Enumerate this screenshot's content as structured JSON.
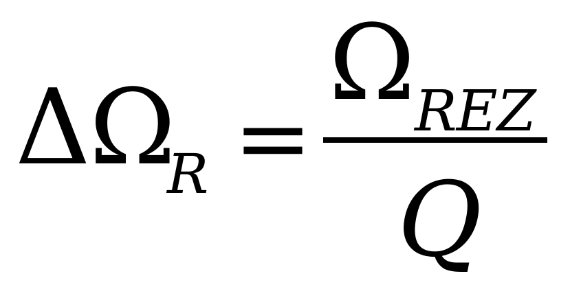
{
  "equation": {
    "lhs": {
      "symbol": "ΔΩ",
      "subscript": "R"
    },
    "operator": "=",
    "rhs": {
      "numerator": {
        "symbol": "Ω",
        "subscript": "REZ"
      },
      "denominator": "Q"
    }
  },
  "colors": {
    "text": "#000000",
    "background": "#ffffff"
  }
}
